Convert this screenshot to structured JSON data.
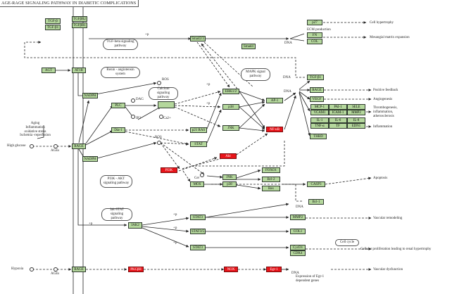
{
  "title": "AGE-RAGE SIGNALING PATHWAY IN DIABETIC COMPLICATIONS",
  "genes": {
    "tgfb": "TGF-β",
    "tgfb1": "TGF-β1",
    "tgfbr1": "TGFβR1",
    "tgfbr2": "TGFβR2",
    "agt": "AGT",
    "at1r": "AT1R",
    "nadph1": "NADPH",
    "nadph2": "NADPH",
    "rage": "RAGE",
    "rage2": "RAGE",
    "plc": "PLC",
    "pkc_center": "",
    "dia1": "Dia-1",
    "smad23": "Smad2/3",
    "smad4": "Smad4",
    "erk12": "ERK1/2",
    "p38": "p38",
    "jnk": "JNK",
    "ap1": "AP-1",
    "nfkb": "NF-κB",
    "p21ras": "p21 RAS",
    "stat_mid": "STAT",
    "pi3k": "PI3K",
    "akt": "Akt",
    "jnk2": "JNK",
    "p38b": "p38",
    "mos": "MOS",
    "foxo1": "FOXO1",
    "bcl2": "Bcl-2",
    "bax": "Bax",
    "casp3": "CASP3",
    "jak2": "JAK2",
    "stat3a": "STAT3",
    "stat3b": "STAT3/5",
    "stat3c": "STAT3",
    "bcl1": "Bcl-1",
    "mmp": "MMP2",
    "col1": "COL1",
    "cycd1": "CycD1",
    "cdk4": "CDK4",
    "pkcb": "PKCβII",
    "nox": "NOX",
    "egr1": "Egr-1",
    "p27": "p27",
    "fn": "FN",
    "col": "COL",
    "tgfb1_right": "TGF-β1",
    "rage_r": "RAGE",
    "vegf": "VEGF"
  },
  "grid_genes": [
    [
      "MCP-1",
      "PAI-1",
      "SELE"
    ],
    [
      "VCAM1",
      "ICAM-1",
      "MMP2"
    ],
    [
      "IL-1",
      "IL-6",
      "IL-8"
    ],
    [
      "TNF-α",
      "TF",
      "EDN1"
    ]
  ],
  "grid_extra": "THBD",
  "pathway_boxes": {
    "tgf_beta": "TGF-beta signaling pathway",
    "renin": "Renin - angiotensin system",
    "calcium": "Calcium signaling pathway",
    "mapk": "MAPK signal pathway",
    "pi3k_akt": "PI3K - AKT signaling pathway",
    "jak_stat": "Jak-STAT signaling pathway",
    "cell_cycle": "Cell cycle"
  },
  "labels": {
    "aging_block": "Aging\nInflammation\noxidative stress\nIschemia -reperfusion",
    "high_glucose": "High glucose",
    "ages1": "AGEs",
    "ages2": "AGEs",
    "hypoxia": "Hypoxia",
    "ros1": "ROS",
    "ros2": "ROS",
    "dag": "DAG",
    "ip3": "IP3",
    "ca": "Ca2+",
    "cer": "Cer",
    "ecm": "ECM production",
    "dna": "DNA",
    "p": "+p",
    "cell_hypertrophy": "Cell hypertrophy",
    "mesangial": "Mesangial matrix expansion",
    "positive_feedback": "Positive feedback",
    "angiogenesis": "Angiogenesis",
    "thrombo": "Thrombogenesis,\ninflammation,\natherosclerosis",
    "inflammation": "Inflammation",
    "apoptosis": "Apoptosis",
    "vascular_remodeling": "Vascular remodeling",
    "cell_prolif": "Cellular proliferation leading to renal hypertrophy",
    "vascular_dys": "Vascular dysfunction",
    "egr_expr": "Expression of Egr-1\ndependent genes"
  }
}
